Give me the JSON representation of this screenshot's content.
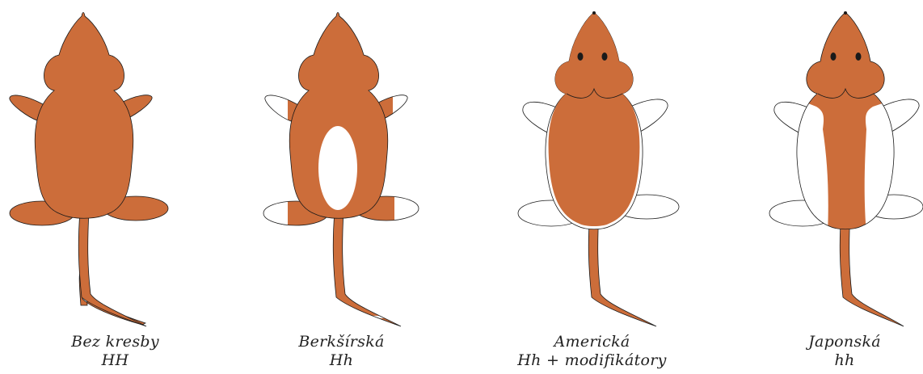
{
  "colors": {
    "fur": "#cc6d3a",
    "white": "#ffffff",
    "outline": "#1a1a1a",
    "eye": "#1a1a1a"
  },
  "rats": [
    {
      "name": "Bez kresby",
      "genotype": "HH"
    },
    {
      "name": "Berkšírská",
      "genotype": "Hh"
    },
    {
      "name": "Americká",
      "genotype": "Hh + modifikátory"
    },
    {
      "name": "Japonská",
      "genotype": "hh"
    }
  ]
}
